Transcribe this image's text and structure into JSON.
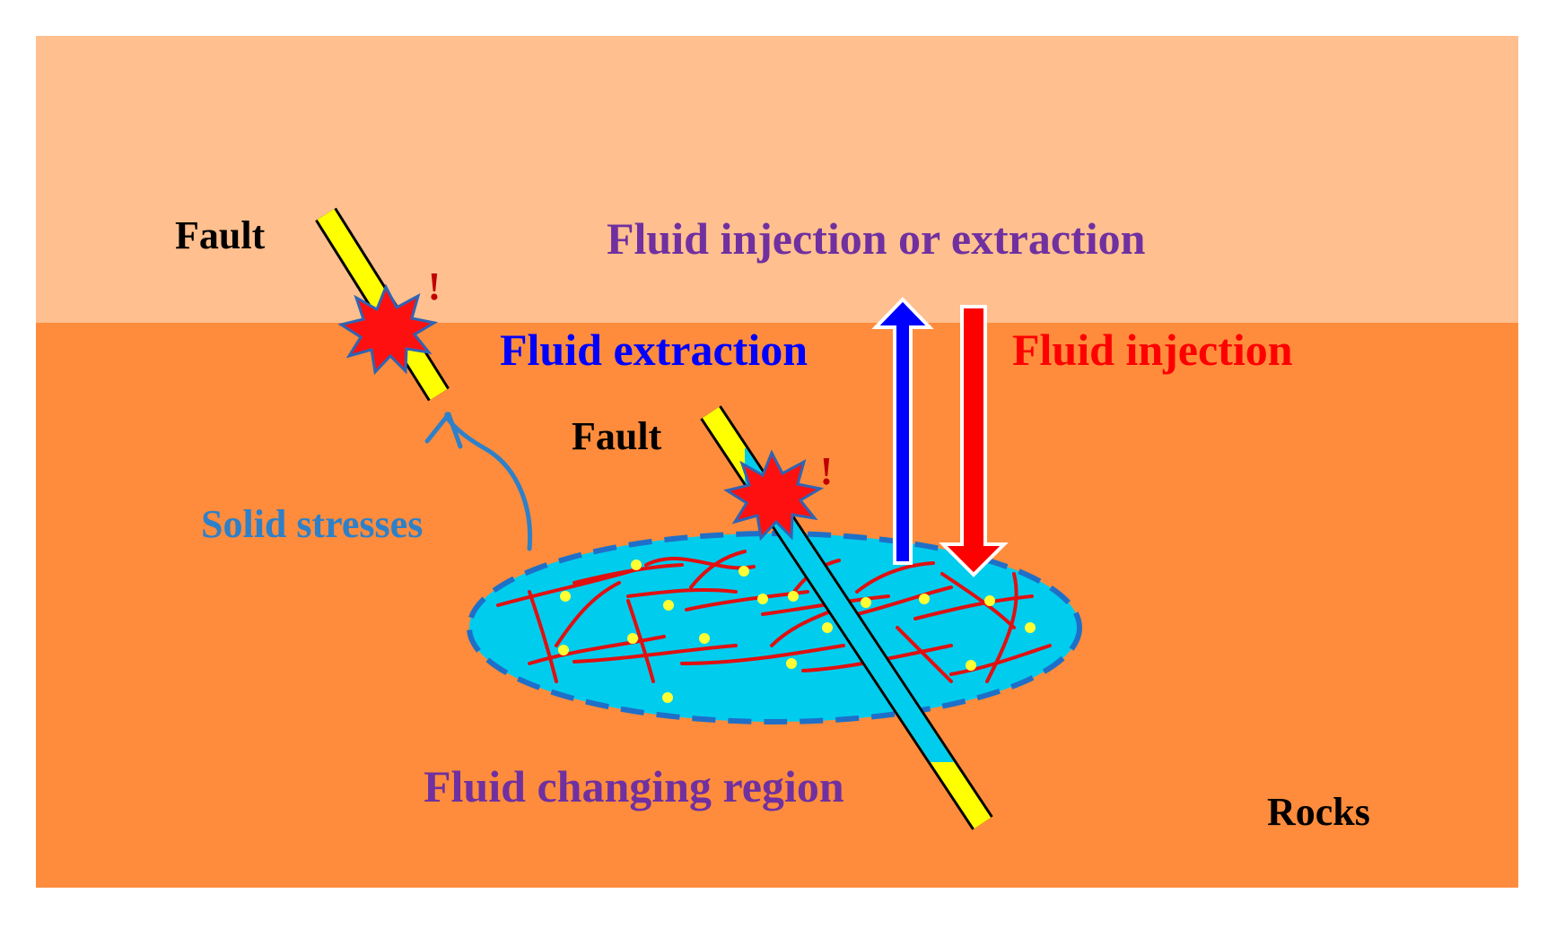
{
  "labels": {
    "title": "Fluid injection or extraction",
    "extraction": "Fluid extraction",
    "injection": "Fluid injection",
    "fault_upper": "Fault",
    "fault_lower": "Fault",
    "solid_stresses": "Solid stresses",
    "region": "Fluid changing region",
    "rocks": "Rocks",
    "alert_upper": "!",
    "alert_lower": "!"
  },
  "colors": {
    "upper_layer": "#FFBF8F",
    "lower_layer": "#FF8C3C",
    "fluid_region": "#00CCEE",
    "region_border": "#1F6FC8",
    "fault_fill": "#FFFF00",
    "burst": "#FF1010",
    "burst_outline": "#2E64B4",
    "fracture": "#E01010",
    "node": "#FFFF33",
    "title_text": "#7030A0",
    "extraction": "#0000FF",
    "injection": "#FF0000",
    "stress_arrow": "#2E80C8",
    "alert": "#C00000"
  },
  "icons": {
    "rupture": "explosion-burst-icon",
    "extraction_arrow": "arrow-up-icon",
    "injection_arrow": "arrow-down-icon",
    "stress_arrow": "curved-arrow-icon"
  }
}
